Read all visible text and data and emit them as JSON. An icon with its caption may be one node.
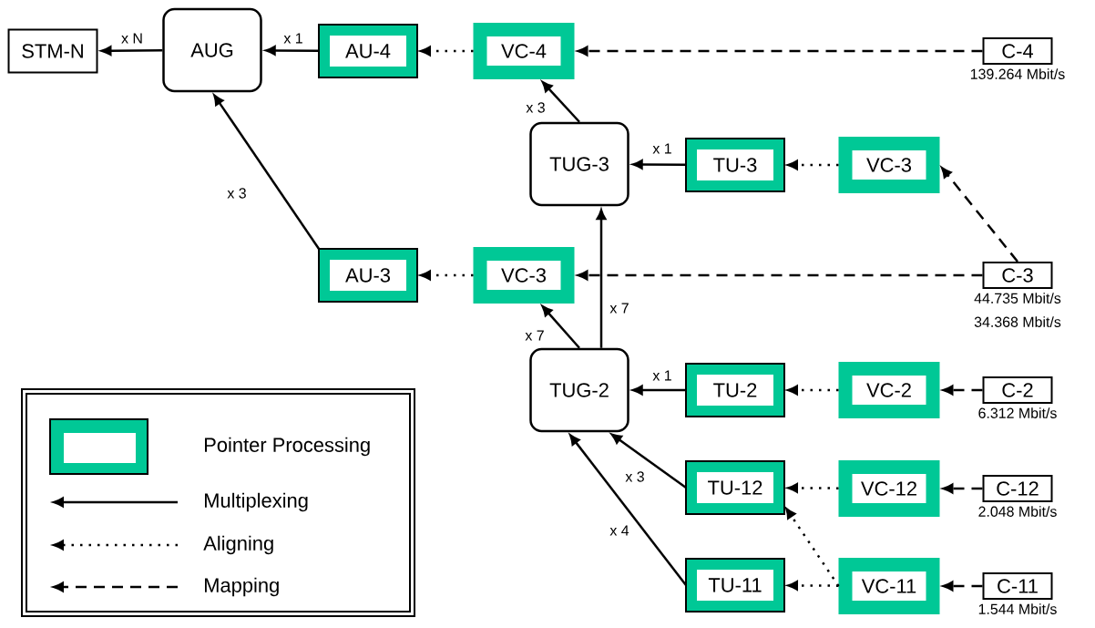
{
  "diagram": {
    "nodes": [
      {
        "text": [
          "STM-N"
        ]
      },
      {
        "text": [
          "AUG"
        ]
      },
      {
        "text": [
          "AU-4"
        ]
      },
      {
        "text": [
          "VC-4"
        ]
      },
      {
        "text": [
          "C-4"
        ],
        "beside": [
          "139.264 Mbit/s"
        ]
      },
      {
        "text": [
          "TUG-3"
        ]
      },
      {
        "text": [
          "TU-3"
        ]
      },
      {
        "text": [
          "VC-3"
        ]
      },
      {
        "text": [
          "AU-3"
        ]
      },
      {
        "text": [
          "VC-3"
        ]
      },
      {
        "text": [
          "C-3"
        ],
        "beside": [
          "44.735 Mbit/s",
          "34.368 Mbit/s"
        ]
      },
      {
        "text": [
          "TUG-2"
        ]
      },
      {
        "text": [
          "TU-2"
        ]
      },
      {
        "text": [
          "VC-2"
        ]
      },
      {
        "text": [
          "C-2"
        ],
        "beside": [
          "6.312 Mbit/s"
        ]
      },
      {
        "text": [
          "TU-12"
        ]
      },
      {
        "text": [
          "VC-12"
        ]
      },
      {
        "text": [
          "C-12"
        ],
        "beside": [
          "2.048 Mbit/s"
        ]
      },
      {
        "text": [
          "TU-11"
        ]
      },
      {
        "text": [
          "VC-11"
        ]
      },
      {
        "text": [
          "C-11"
        ],
        "beside": [
          "1.544 Mbit/s"
        ]
      }
    ],
    "edges": [
      {
        "from": 1,
        "to": 0,
        "arrow": "to",
        "label": "x N"
      },
      {
        "from": 2,
        "to": 1,
        "arrow": "to",
        "label": "x 1"
      },
      {
        "from": 3,
        "to": 2,
        "arrow": "to",
        "style": "dashed"
      },
      {
        "from": 4,
        "to": 3,
        "arrow": "to",
        "style": "dashed"
      },
      {
        "from": 5,
        "to": 3,
        "arrow": "to",
        "label": "x 3"
      },
      {
        "from": 8,
        "to": 1,
        "arrow": "to",
        "label": "x 3"
      },
      {
        "from": 6,
        "to": 5,
        "arrow": "to",
        "label": "x 1"
      },
      {
        "from": 7,
        "to": 6,
        "arrow": "to",
        "style": "dashed"
      },
      {
        "from": 10,
        "to": 7,
        "arrow": "to",
        "style": "dashed"
      },
      {
        "from": 9,
        "to": 8,
        "arrow": "to",
        "style": "dashed"
      },
      {
        "from": 10,
        "to": 9,
        "arrow": "to",
        "style": "dashed"
      },
      {
        "from": 11,
        "to": 9,
        "arrow": "to",
        "label": "x 7"
      },
      {
        "from": 11,
        "to": 5,
        "arrow": "to",
        "label": "x 7"
      },
      {
        "from": 12,
        "to": 11,
        "arrow": "to",
        "label": "x 1"
      },
      {
        "from": 13,
        "to": 12,
        "arrow": "to",
        "style": "dashed"
      },
      {
        "from": 14,
        "to": 13,
        "arrow": "to",
        "style": "dashed"
      },
      {
        "from": 15,
        "to": 11,
        "arrow": "to",
        "label": "x 3"
      },
      {
        "from": 18,
        "to": 11,
        "arrow": "to",
        "label": "x 4"
      },
      {
        "from": 16,
        "to": 15,
        "arrow": "to",
        "style": "dashed"
      },
      {
        "from": 19,
        "to": 15,
        "arrow": "to",
        "style": "dashed"
      },
      {
        "from": 19,
        "to": 18,
        "arrow": "to",
        "style": "dashed"
      },
      {
        "from": 17,
        "to": 16,
        "arrow": "to",
        "style": "dashed"
      },
      {
        "from": 20,
        "to": 19,
        "arrow": "to",
        "style": "dashed"
      }
    ],
    "legend": [
      {
        "text": "Pointer Processing",
        "color": "#00c896"
      },
      {
        "text": "Multiplexing"
      },
      {
        "text": "Aligning"
      },
      {
        "text": "Mapping"
      }
    ]
  }
}
